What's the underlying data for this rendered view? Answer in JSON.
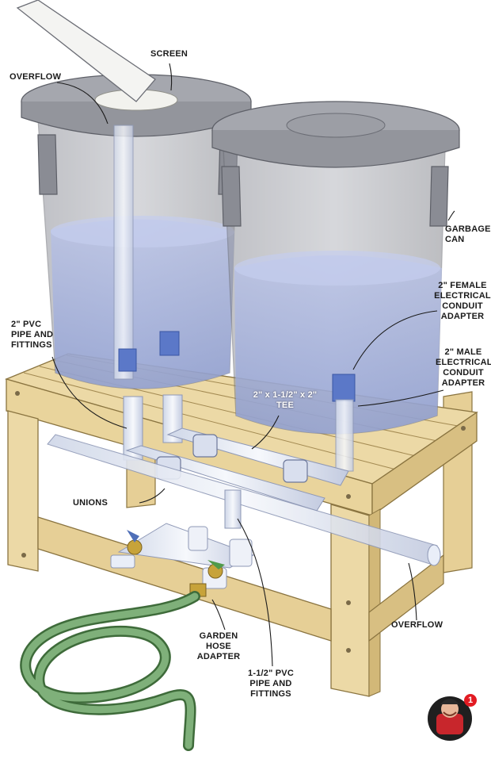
{
  "labels": {
    "overflow_top": "OVERFLOW",
    "screen": "SCREEN",
    "garbage_can": "GARBAGE\nCAN",
    "female_adapter": "2\" FEMALE\nELECTRICAL\nCONDUIT\nADAPTER",
    "male_adapter": "2\" MALE\nELECTRICAL\nCONDUIT\nADAPTER",
    "pvc_2in": "2\" PVC\nPIPE AND\nFITTINGS",
    "tee": "2\" x 1-1/2\" x 2\"\nTEE",
    "unions": "UNIONS",
    "overflow_bottom": "OVERFLOW",
    "garden_hose_adapter": "GARDEN\nHOSE\nADAPTER",
    "pvc_15in": "1-1/2\" PVC\nPIPE AND\nFITTINGS"
  },
  "badge": {
    "count": "1"
  },
  "icons": {
    "mascot": "handyman-mascot-icon"
  },
  "colors": {
    "wood": "#ecd9a6",
    "wood_dark": "#c9ae72",
    "can_gray": "#9ea0a8",
    "water": "#a9b6e0",
    "pipe": "#e8eef8",
    "adapter_blue": "#5b78c8",
    "hose": "#6fa06a",
    "badge_red": "#e21b22"
  }
}
